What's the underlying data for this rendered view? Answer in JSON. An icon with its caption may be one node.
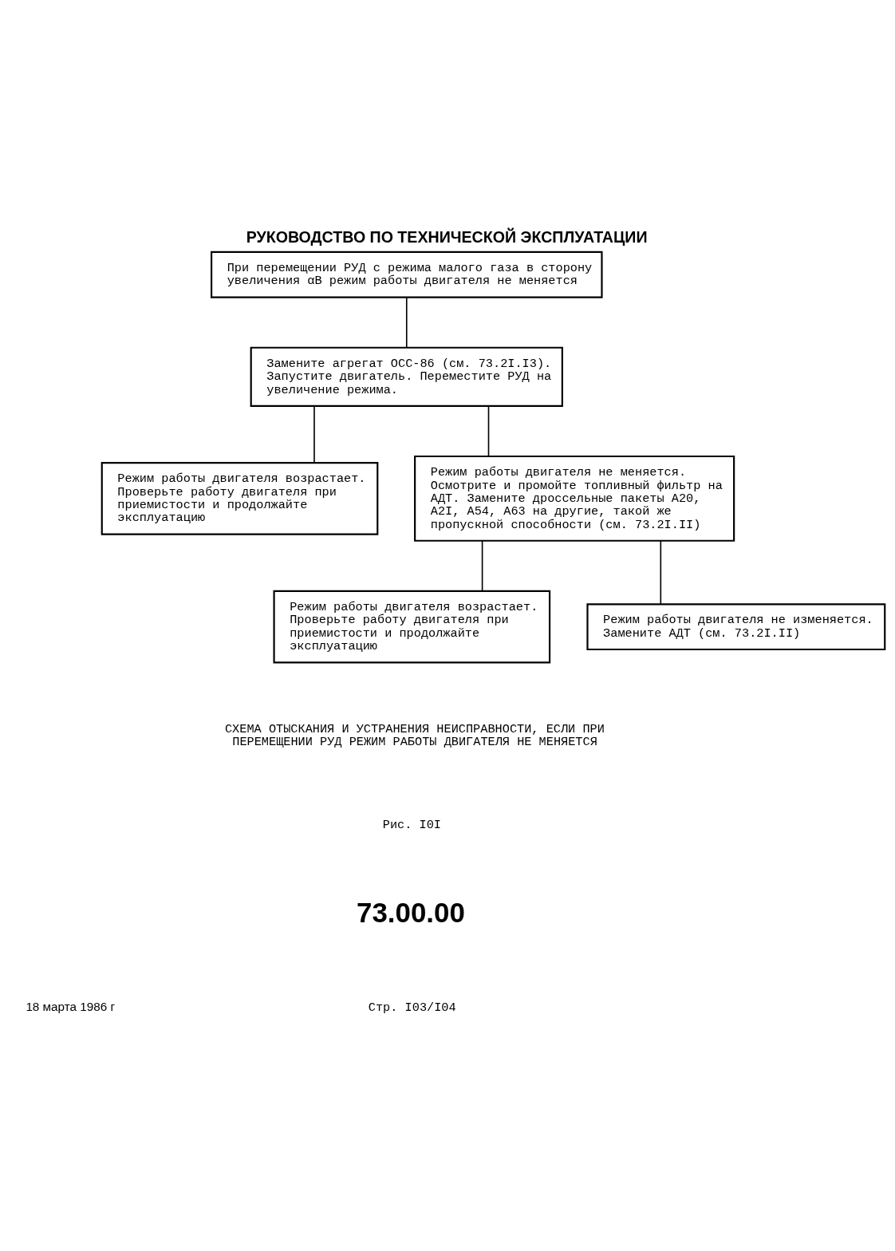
{
  "diagram": {
    "title": "РУКОВОДСТВО ПО ТЕХНИЧЕСКОЙ ЭКСПЛУАТАЦИИ",
    "caption": "СХЕМА ОТЫСКАНИЯ И УСТРАНЕНИЯ НЕИСПРАВНОСТИ, ЕСЛИ ПРИ ПЕРЕМЕЩЕНИИ РУД РЕЖИМ РАБОТЫ ДВИГАТЕЛЯ НЕ МЕНЯЕТСЯ",
    "nodes": [
      {
        "text": [
          "При перемещении РУД с режима малого газа в сторону увеличения αВ режим работы двигателя не меняется"
        ]
      },
      {
        "text": [
          "Замените агрегат ОСС-86 (см. 73.2I.I3). Запустите двигатель. Переместите РУД на увеличение режима."
        ]
      },
      {
        "text": [
          "Режим работы двигателя возрастает. Проверьте работу двигателя при приемистости и продолжайте эксплуатацию"
        ]
      },
      {
        "text": [
          "Режим работы двигателя не меняется. Осмотрите и промойте топливный фильтр на АДТ. Замените дроссельные пакеты А20, А2I, А54, А63 на другие, такой же пропускной способности (см. 73.2I.II)"
        ]
      },
      {
        "text": [
          "Режим работы двигателя возрастает. Проверьте работу двигателя при приемистости и продолжайте эксплуатацию"
        ]
      },
      {
        "text": [
          "Режим работы двигателя не изменяется. Замените АДТ (см. 73.2I.II)"
        ]
      }
    ],
    "edges": [
      {
        "from": 0,
        "to": 1,
        "arrow": "none"
      },
      {
        "from": 1,
        "to": 2,
        "arrow": "none"
      },
      {
        "from": 1,
        "to": 3,
        "arrow": "none"
      },
      {
        "from": 3,
        "to": 4,
        "arrow": "none"
      },
      {
        "from": 3,
        "to": 5,
        "arrow": "none"
      }
    ],
    "labels": [
      "Рис. I0I",
      "73.00.00",
      "18 марта 1986 г",
      "Стр. I03/I04"
    ]
  }
}
